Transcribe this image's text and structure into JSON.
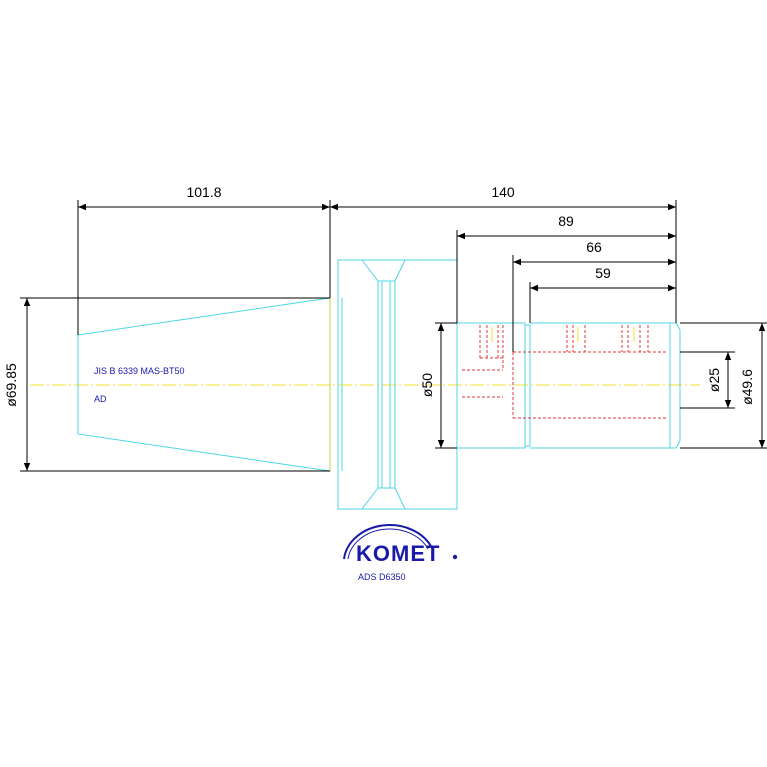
{
  "colors": {
    "outline": "#4fd6e6",
    "dimension": "#000000",
    "centerline": "#f2df2c",
    "hidden": "#e23a3a",
    "note": "#1a1aa8"
  },
  "dimensions": {
    "taper_length": "101.8",
    "overall_length": "140",
    "len_89": "89",
    "len_66": "66",
    "len_59": "59",
    "dia_taper": "ø69.85",
    "dia_shank": "ø50",
    "dia_bore": "ø25",
    "dia_outer": "ø49.6"
  },
  "notes": {
    "standard": "JIS B 6339 MAS-BT50",
    "variant": "AD"
  },
  "logo": {
    "brand": "KOMET",
    "order_number": "ADS D6350"
  }
}
